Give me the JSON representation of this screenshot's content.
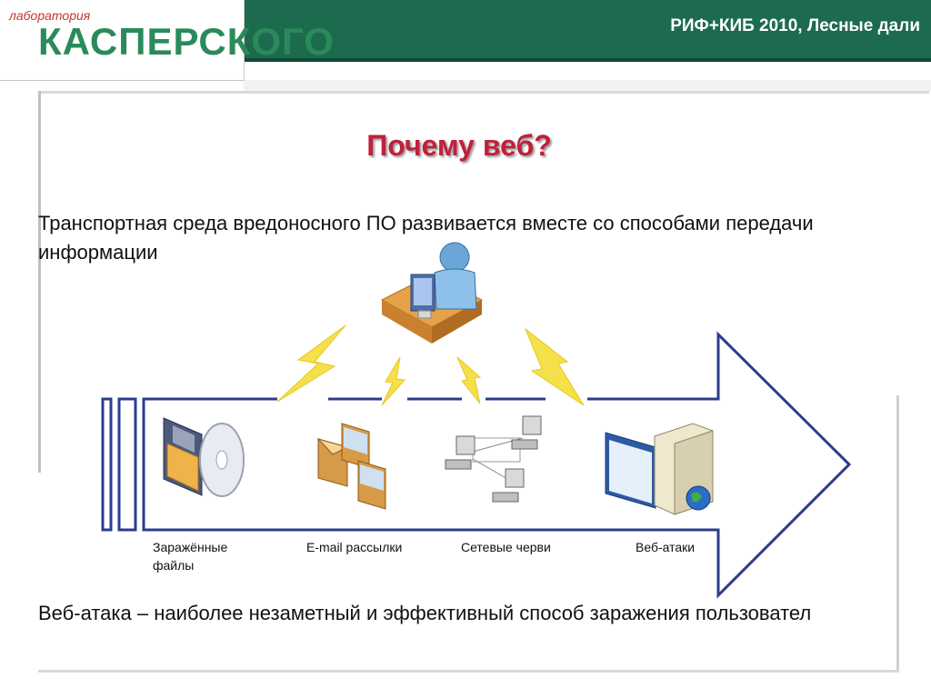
{
  "header": {
    "logo_small": "лаборатория",
    "logo_main": "КАСПЕРСКОГО",
    "title": "РИФ+КИБ 2010, Лесные дали"
  },
  "slide": {
    "title": "Почему веб?",
    "intro": "Транспортная среда вредоносного ПО развивается вместе со способами передачи информации",
    "conclusion": "Веб-атака – наиболее незаметный и эффективный способ заражения пользовател"
  },
  "diagram": {
    "categories": [
      {
        "label": "Заражённые файлы",
        "icon": "floppy-and-cd-icon"
      },
      {
        "label": "E-mail рассылки",
        "icon": "envelopes-icon"
      },
      {
        "label": "Сетевые черви",
        "icon": "network-computers-icon"
      },
      {
        "label": "Веб-атаки",
        "icon": "web-server-icon"
      }
    ],
    "center_icon": "user-at-computer-icon",
    "accent_color": "#f5e04a",
    "arrow_color": "#2b3c8f"
  }
}
